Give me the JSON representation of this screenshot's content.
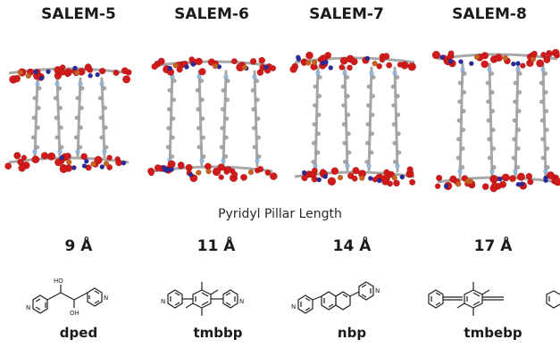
{
  "titles": [
    "SALEM-5",
    "SALEM-6",
    "SALEM-7",
    "SALEM-8"
  ],
  "axis_label": "Pyridyl Pillar Length",
  "lengths": [
    "9 Å",
    "11 Å",
    "14 Å",
    "17 Å"
  ],
  "ligands": [
    "dped",
    "tmbbp",
    "nbp",
    "tmbebp"
  ],
  "atom_labels": {
    "ho": "HO",
    "oh": "OH",
    "n": "N"
  },
  "colors": {
    "oxygen": "#d11a1a",
    "nitrogen": "#8fb7e0",
    "metal_n": "#2a2a9e",
    "metal": "#c8621e",
    "carbon": "#a8a8a8",
    "bond": "#222222"
  }
}
